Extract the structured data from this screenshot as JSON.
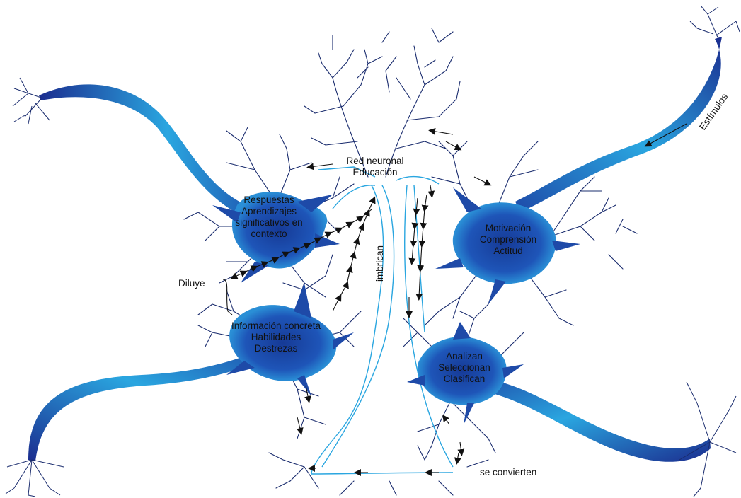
{
  "diagram": {
    "center_label": [
      "Red neuronal",
      "Educación"
    ],
    "nodes": [
      {
        "id": "respuestas",
        "lines": [
          "Respuestas",
          "Aprendizajes",
          "significativos en",
          "contexto"
        ]
      },
      {
        "id": "informacion",
        "lines": [
          "Información concreta",
          "Habilidades",
          "Destrezas"
        ]
      },
      {
        "id": "motivacion",
        "lines": [
          "Motivación",
          "Comprensión",
          "Actitud"
        ]
      },
      {
        "id": "analizan",
        "lines": [
          "Analizan",
          "Seleccionan",
          "Clasifican"
        ]
      }
    ],
    "edge_labels": {
      "estimulos": "Estímulos",
      "diluye": "Diluye",
      "imbrican": "imbrican",
      "se_convierten": "se convierten"
    },
    "colors": {
      "axon_dark": "#1b2d8f",
      "axon_light": "#2aa6e0",
      "dendrite": "#1a2c6e",
      "cell_body": "#1e4aa8",
      "arrow": "#111111"
    }
  }
}
